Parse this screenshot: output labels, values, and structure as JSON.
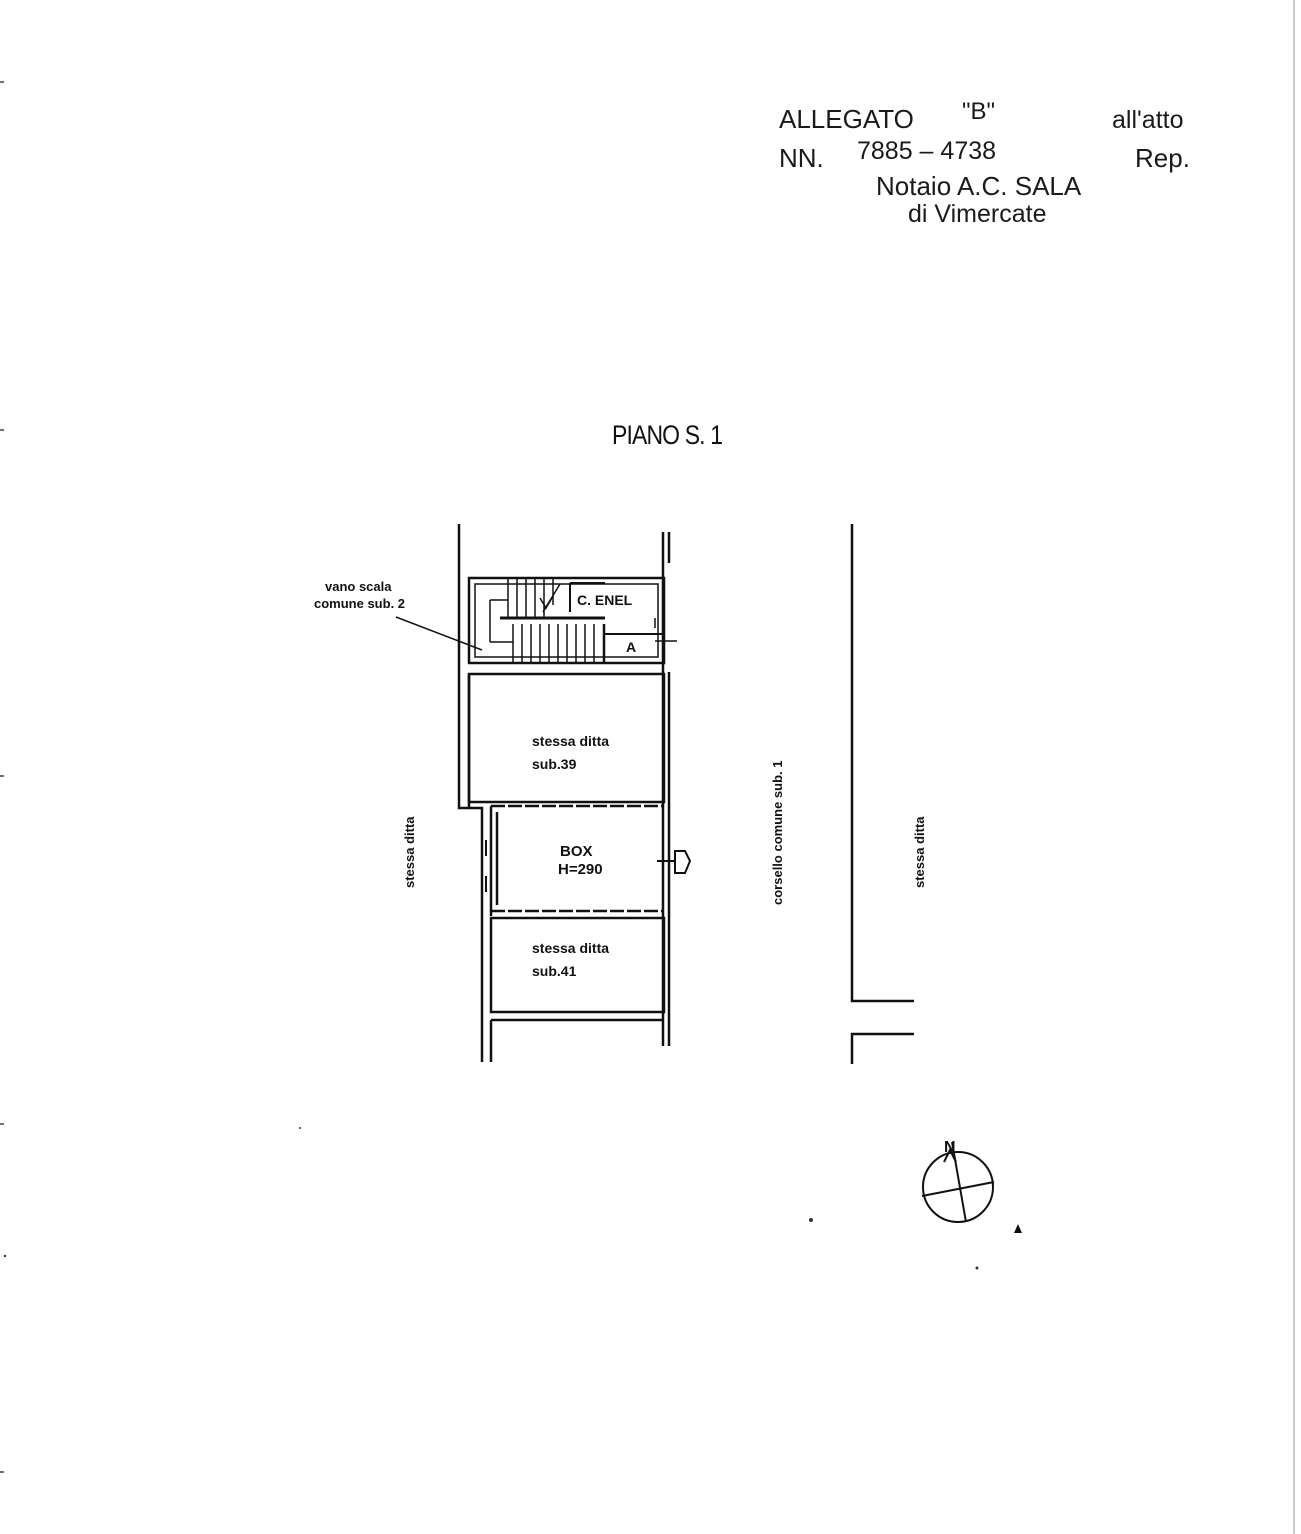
{
  "header": {
    "allegato": "ALLEGATO",
    "allegato_letter": "\"B\"",
    "all_atto": "all'atto",
    "nn": "NN.",
    "numbers": "7885 – 4738",
    "rep": "Rep.",
    "notary": "Notaio A.C. SALA",
    "city": "di Vimercate"
  },
  "plan": {
    "title": "PIANO S. 1",
    "labels": {
      "vano_scala_1": "vano scala",
      "vano_scala_2": "comune sub. 2",
      "c_enel": "C. ENEL",
      "a": "A",
      "sub39_1": "stessa ditta",
      "sub39_2": "sub.39",
      "box_1": "BOX",
      "box_2": "H=290",
      "sub41_1": "stessa ditta",
      "sub41_2": "sub.41",
      "stessa_ditta_left": "stessa ditta",
      "corsello": "corsello comune sub. 1",
      "stessa_ditta_right": "stessa ditta",
      "north": "N"
    }
  }
}
